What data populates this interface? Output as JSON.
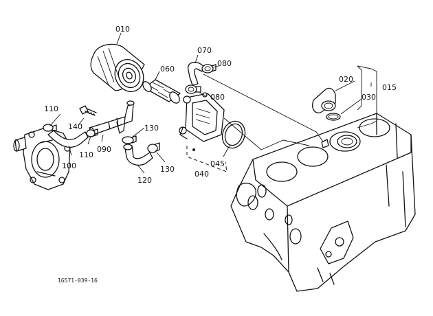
{
  "labels": {
    "p010": "010",
    "p015": "015",
    "p020": "020",
    "p030": "030",
    "p040": "040",
    "p045": "045",
    "p060": "060",
    "p070": "070",
    "p080a": "080",
    "p080b": "080",
    "p090": "090",
    "p100": "100",
    "p110a": "110",
    "p110b": "110",
    "p120": "120",
    "p130a": "130",
    "p130b": "130",
    "p140": "140"
  },
  "caption": "1G571-039-16"
}
